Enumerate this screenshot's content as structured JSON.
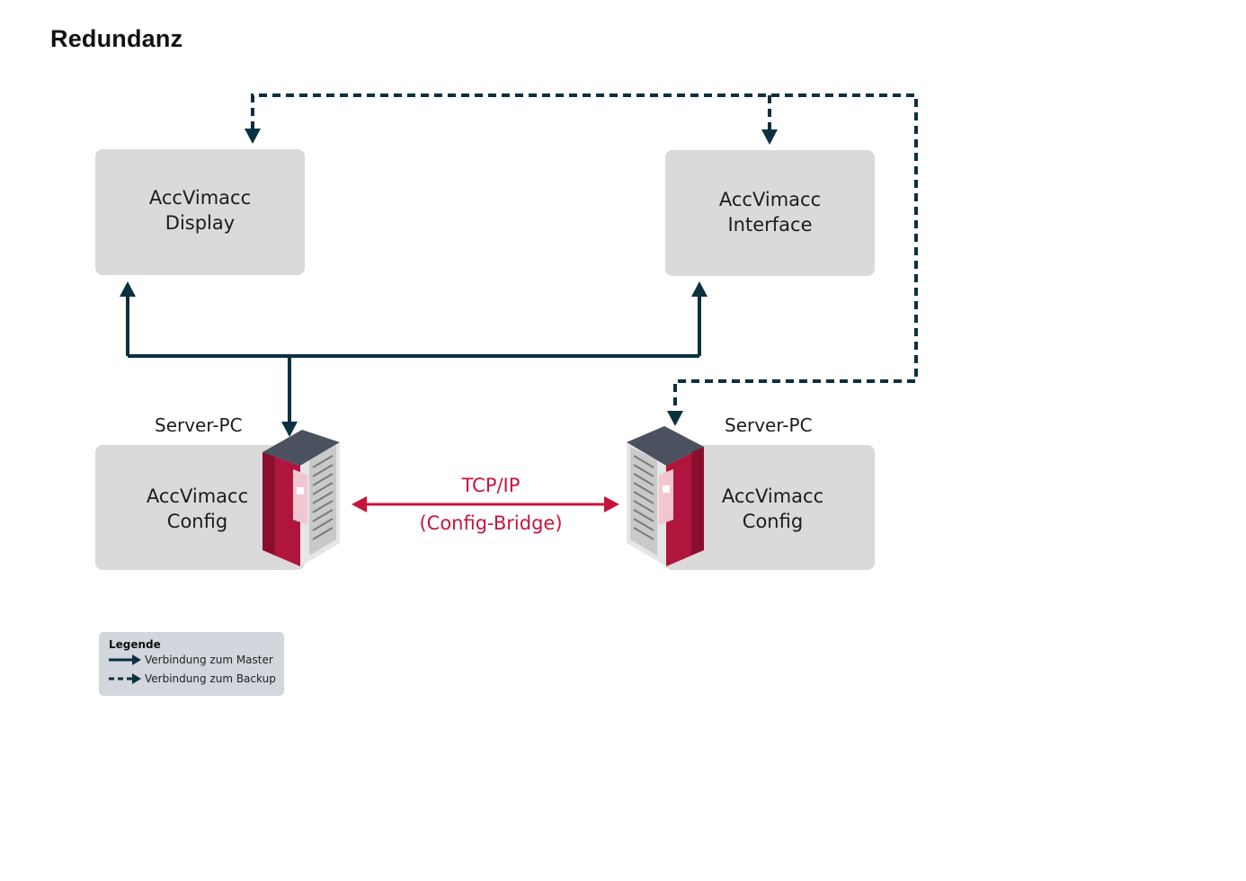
{
  "title": "Redundanz",
  "nodes": {
    "display": {
      "line1": "AccVimacc",
      "line2": "Display"
    },
    "interface": {
      "line1": "AccVimacc",
      "line2": "Interface"
    },
    "config_master": {
      "caption": "Server-PC",
      "line1": "AccVimacc",
      "line2": "Config"
    },
    "config_backup": {
      "caption": "Server-PC",
      "line1": "AccVimacc",
      "line2": "Config"
    }
  },
  "link": {
    "protocol": "TCP/IP",
    "name": "(Config-Bridge)"
  },
  "legend": {
    "title": "Legende",
    "master": "Verbindung zum Master",
    "backup": "Verbindung zum Backup"
  },
  "colors": {
    "master_line": "#0b3040",
    "bridge": "#c8143c",
    "box": "#dadada",
    "legend_bg": "#d3d6dc"
  }
}
